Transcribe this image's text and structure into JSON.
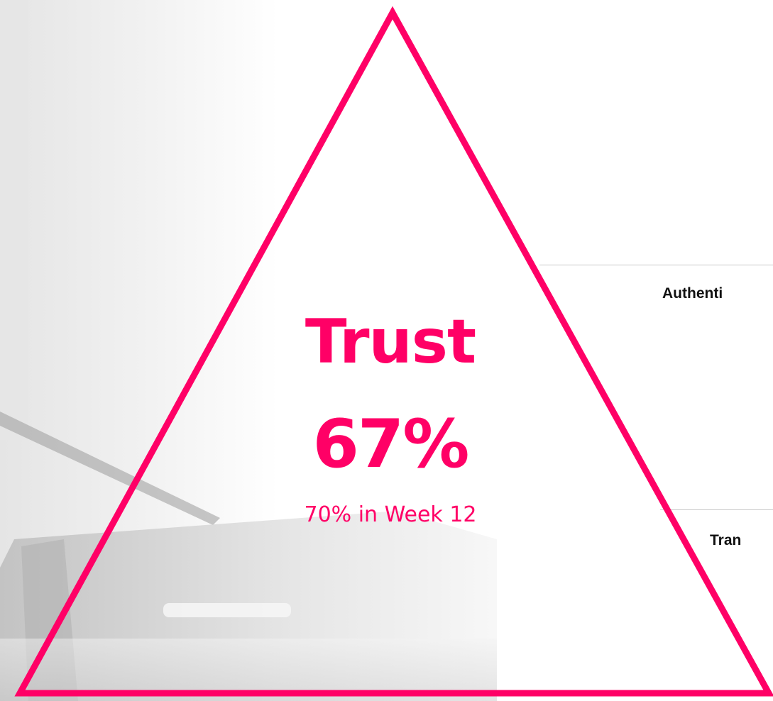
{
  "diagram": {
    "metric": {
      "name": "Trust",
      "value": "67%",
      "subtext": "70% in Week 12"
    },
    "side_labels": [
      "Authenti",
      "Tran"
    ],
    "accent_color": "#ff0066"
  }
}
